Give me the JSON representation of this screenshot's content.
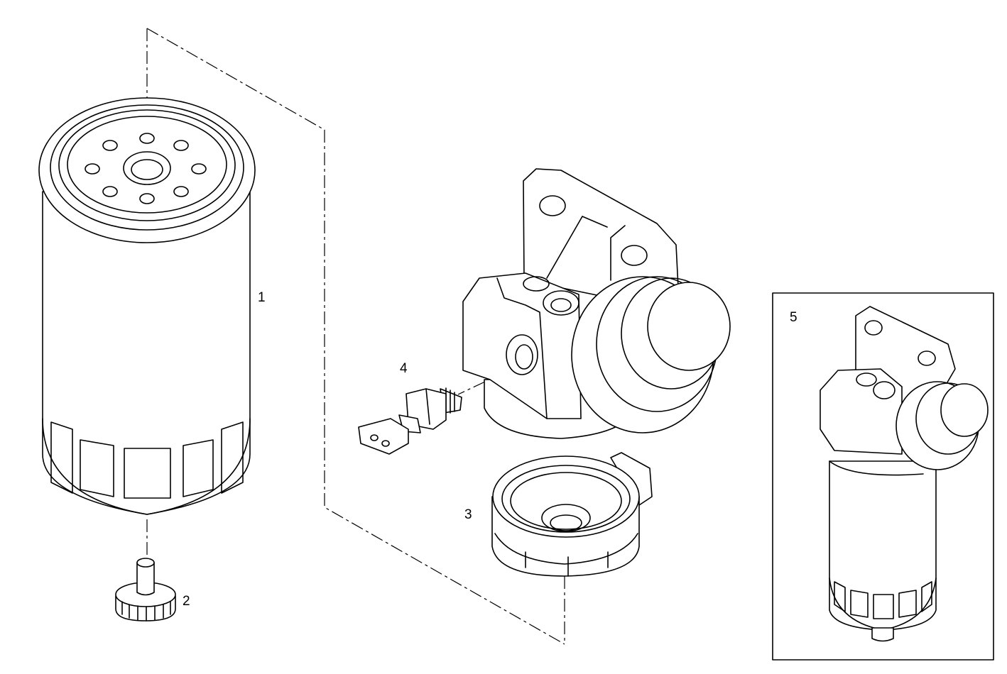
{
  "callouts": {
    "filter_cartridge": "1",
    "drain_screw": "2",
    "water_bowl": "3",
    "sensor": "4",
    "assembly": "5"
  }
}
